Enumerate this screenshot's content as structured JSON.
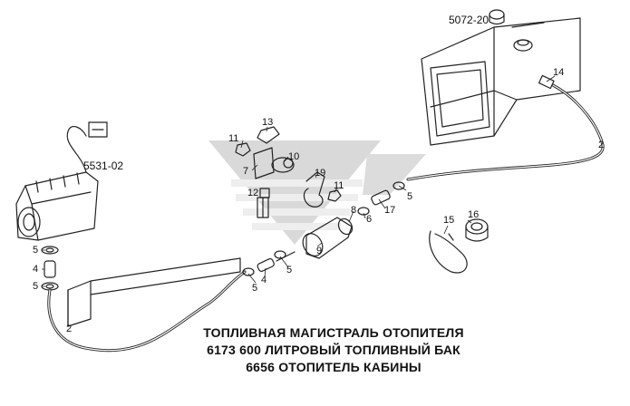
{
  "labels": {
    "tank_code": "5072-20",
    "heater_code": "5531-02",
    "p2": "2",
    "p4": "4",
    "p5": "5",
    "p6": "6",
    "p7": "7",
    "p8": "8",
    "p9": "9",
    "p10": "10",
    "p11": "11",
    "p12": "12",
    "p13": "13",
    "p14": "14",
    "p15": "15",
    "p16": "16",
    "p17": "17",
    "p19": "19"
  },
  "caption": {
    "line1": "ТОПЛИВНАЯ МАГИСТРАЛЬ ОТОПИТЕЛЯ",
    "line2": "6173  600 ЛИТРОВЫЙ ТОПЛИВНЫЙ БАК",
    "line3": "6656  ОТОПИТЕЛЬ КАБИНЫ"
  }
}
